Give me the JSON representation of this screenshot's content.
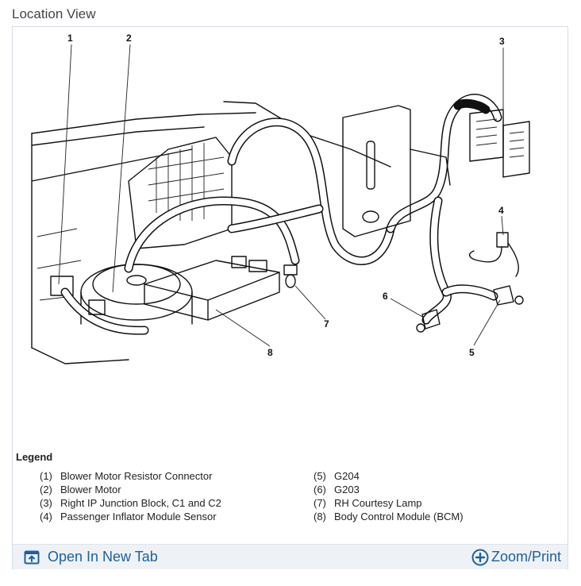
{
  "page": {
    "title": "Location View"
  },
  "diagram": {
    "callouts": [
      "1",
      "2",
      "3",
      "4",
      "5",
      "6",
      "7",
      "8"
    ]
  },
  "legend": {
    "heading": "Legend",
    "left_items": [
      {
        "num": "(1)",
        "text": "Blower Motor Resistor Connector"
      },
      {
        "num": "(2)",
        "text": "Blower Motor"
      },
      {
        "num": "(3)",
        "text": "Right IP Junction Block, C1 and C2"
      },
      {
        "num": "(4)",
        "text": "Passenger Inflator Module Sensor"
      }
    ],
    "right_items": [
      {
        "num": "(5)",
        "text": "G204"
      },
      {
        "num": "(6)",
        "text": "G203"
      },
      {
        "num": "(7)",
        "text": "RH Courtesy Lamp"
      },
      {
        "num": "(8)",
        "text": "Body Control Module (BCM)"
      }
    ]
  },
  "toolbar": {
    "open_label": "Open In New Tab",
    "zoom_label": "Zoom/Print",
    "accent": "#1d5fa1",
    "open_icon": "open-new-tab-icon",
    "zoom_icon": "zoom-plus-circle-icon"
  }
}
